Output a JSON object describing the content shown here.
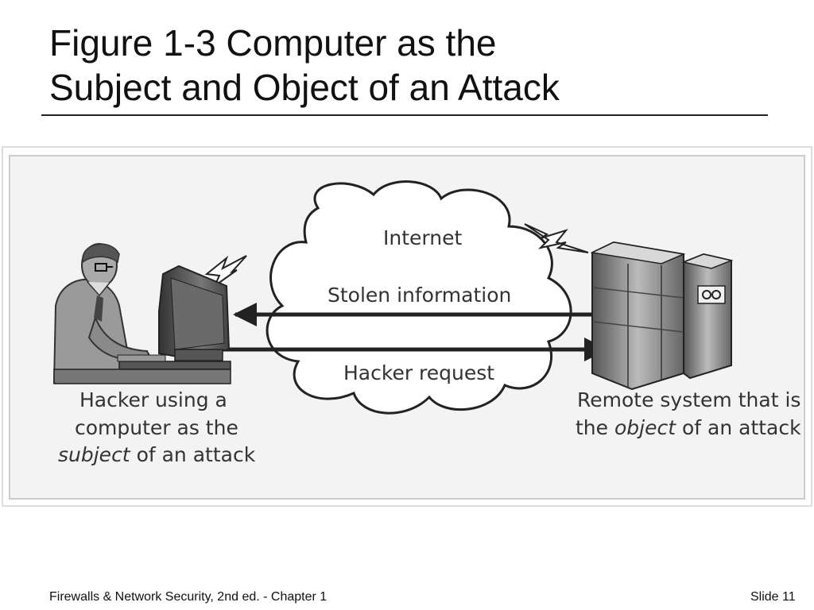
{
  "title": {
    "line1": "Figure 1-3 Computer as the",
    "line2": "Subject and Object of an Attack"
  },
  "figure": {
    "cloud_label": "Internet",
    "top_arrow_label": "Stolen information",
    "bottom_arrow_label": "Hacker request",
    "left_caption": {
      "line1": "Hacker using a",
      "line2": "computer as the",
      "line3_italic": "subject",
      "line3_rest": " of an attack"
    },
    "right_caption": {
      "line1": "Remote system that is",
      "line2_prefix": "the ",
      "line2_italic": "object",
      "line2_rest": " of an attack"
    },
    "server_badge": "OO"
  },
  "footer": {
    "left": "Firewalls & Network Security, 2nd ed. - Chapter 1",
    "right": "Slide 11"
  },
  "colors": {
    "panel_bg": "#f2f2f2",
    "panel_border": "#d0d0d0",
    "ink": "#222222"
  }
}
